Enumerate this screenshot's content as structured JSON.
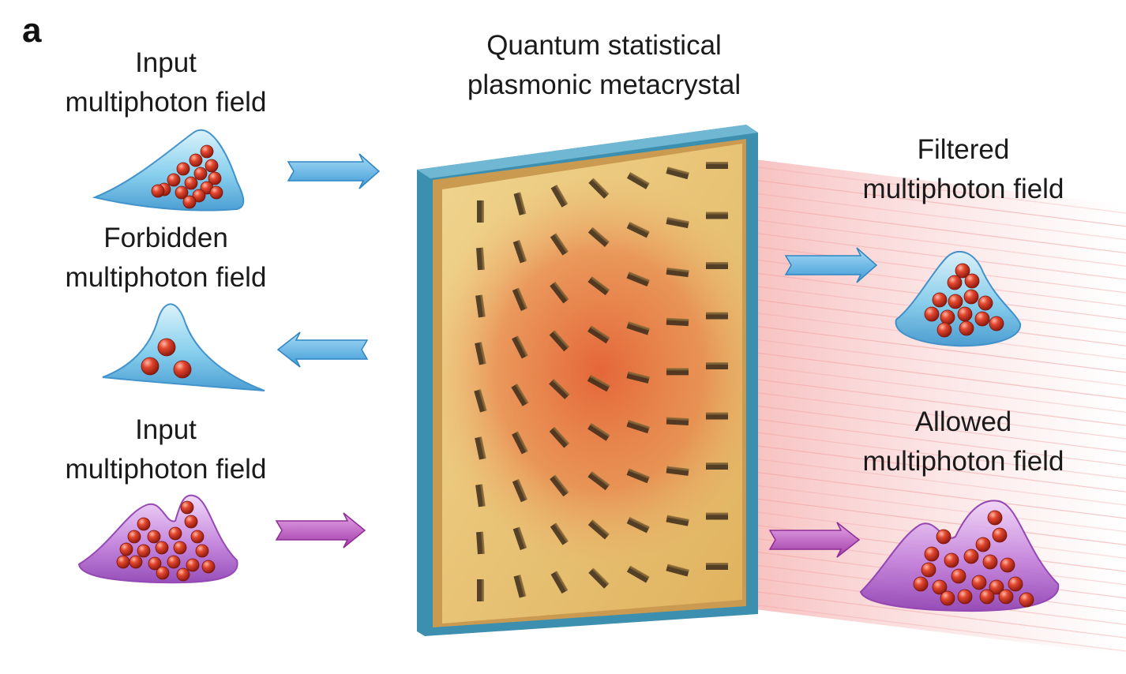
{
  "panel_label": "a",
  "labels": {
    "center": [
      "Quantum statistical",
      "plasmonic metacrystal"
    ],
    "input_top": [
      "Input",
      "multiphoton field"
    ],
    "forbidden": [
      "Forbidden",
      "multiphoton field"
    ],
    "input_bottom": [
      "Input",
      "multiphoton field"
    ],
    "filtered": [
      "Filtered",
      "multiphoton field"
    ],
    "allowed": [
      "Allowed",
      "multiphoton field"
    ]
  },
  "colors": {
    "blue_field": "#6fc3ea",
    "purple_field": "#b45fd0",
    "photon": "#d83a2a",
    "arrow_blue": "#5ab4e6",
    "arrow_purple": "#c05ac0",
    "crystal_gold": "#e8c271",
    "crystal_frame": "#3d8fb0",
    "glow": "#e8643a"
  }
}
